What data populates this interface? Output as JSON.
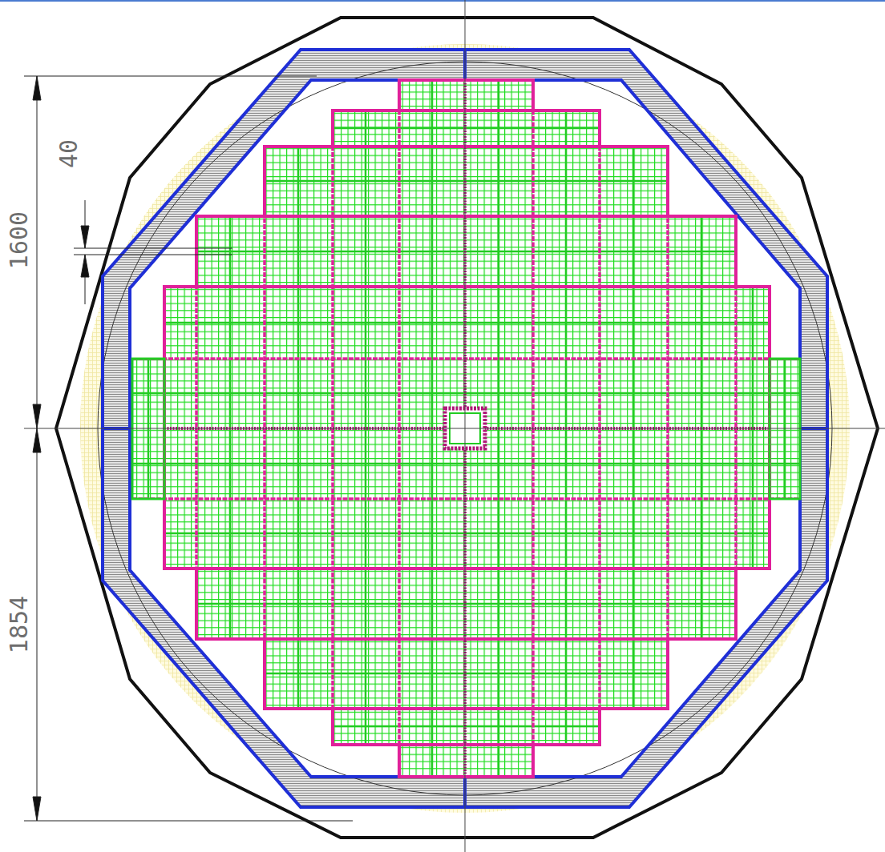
{
  "diagram": {
    "labels": [
      "1600",
      "40",
      "1854"
    ]
  }
}
